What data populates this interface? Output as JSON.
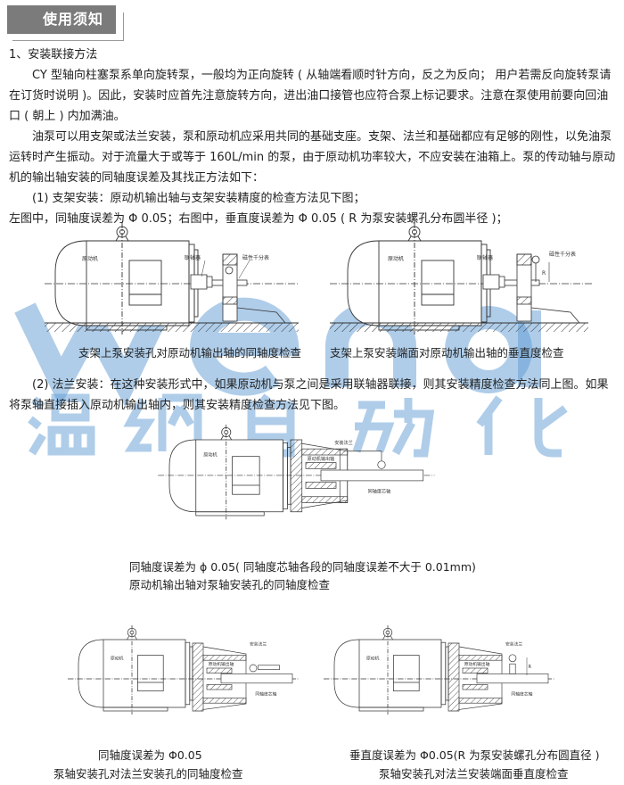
{
  "header": {
    "title": "使用须知"
  },
  "section1": {
    "heading": "1、安装联接方法",
    "para1": "CY 型轴向柱塞泵系单向旋转泵，一般均为正向旋转 ( 从轴端看顺时针方向，反之为反向； 用户若需反向旋转泵请在订货时说明 )。因此，安装时应首先注意旋转方向，进出油口接管也应符合泵上标记要求。注意在泵使用前要向回油口 ( 朝上 ) 内加满油。",
    "para2": "油泵可以用支架或法兰安装，泵和原动机应采用共同的基础支座。支架、法兰和基础都应有足够的刚性，以免油泵运转时产生振动。对于流量大于或等于 160L/min 的泵，由于原动机功率较大，不应安装在油箱上。泵的传动轴与原动机的输出轴安装的同轴度误差及其找正方法如下：",
    "item1": "(1) 支架安装：原动机输出轴与支架安装精度的检查方法见下图；",
    "item1_note": "左图中，同轴度误差为 Φ 0.05；右图中，垂直度误差为 Φ 0.05 ( R 为泵安装螺孔分布圆半径 )；",
    "item2": "(2) 法兰安装：在这种安装形式中，如果原动机与泵之间是采用联轴器联接，则其安装精度检查方法同上图。如果将泵轴直接插入原动机输出轴内，则其安装精度检查方法见下图。"
  },
  "diagrams": {
    "labels": {
      "motor": "原动机",
      "coupling": "联轴器",
      "dial": "磁性千分表",
      "flange": "安装法兰",
      "output_shaft": "原动机输出轴",
      "mandrel": "同轴度芯轴",
      "r": "R"
    },
    "bracket_coaxial_caption": "支架上泵安装孔对原动机输出轴的同轴度检查",
    "bracket_perp_caption": "支架上泵安装端面对原动机输出轴的垂直度检查",
    "flange_caption_1": "同轴度误差为 ϕ 0.05( 同轴度芯轴各段的同轴度误差不大于 0.01mm)",
    "flange_caption_2": "原动机输出轴对泵轴安装孔的同轴度检查",
    "bl_caption_1": "同轴度误差为 Φ0.05",
    "bl_caption_2": "泵轴安装孔对法兰安装孔的同轴度检查",
    "br_caption_1": "垂直度误差为 Φ0.05(R 为泵安装螺孔分布圆直径 )",
    "br_caption_2": "泵轴安装孔对法兰安装端面垂直度检查"
  },
  "watermark": {
    "latin": "wena",
    "chinese": "温纳自动化"
  }
}
